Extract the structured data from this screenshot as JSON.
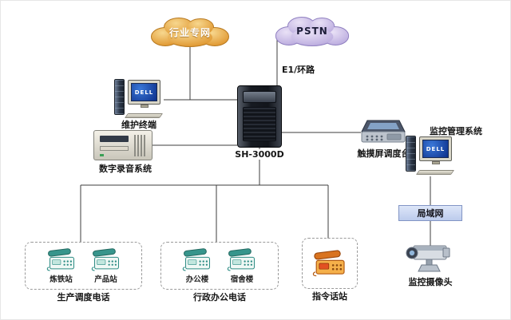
{
  "clouds": {
    "industry_network": {
      "label": "行业专网"
    },
    "pstn": {
      "label": "PSTN"
    }
  },
  "connections": {
    "e1_label": "E1/环路"
  },
  "nodes": {
    "maintenance_terminal": {
      "label": "维护终端",
      "screen_text": "DELL"
    },
    "recording_system": {
      "label": "数字录音系统"
    },
    "server": {
      "label": "SH-3000D"
    },
    "touchscreen_console": {
      "label": "触摸屏调度台"
    },
    "monitoring_system": {
      "label": "监控管理系统",
      "screen_text": "DELL"
    },
    "lan": {
      "label": "局域网"
    },
    "camera": {
      "label": "监控摄像头"
    }
  },
  "phone_groups": [
    {
      "label": "生产调度电话",
      "style": "teal",
      "phones": [
        {
          "name": "炼铁站"
        },
        {
          "name": "产品站"
        }
      ]
    },
    {
      "label": "行政办公电话",
      "style": "teal",
      "phones": [
        {
          "name": "办公楼"
        },
        {
          "name": "宿舍楼"
        }
      ]
    },
    {
      "label": "指令话站",
      "style": "orange",
      "phones": [
        {
          "name": ""
        }
      ]
    }
  ],
  "colors": {
    "industry_cloud": "#dd9026",
    "pstn_cloud": "#b6a6dc",
    "connector_line": "#3c3c3c",
    "lan_fill": "#cdd9f2",
    "phone_teal": "#2f8d85",
    "phone_orange": "#e08a2e"
  }
}
